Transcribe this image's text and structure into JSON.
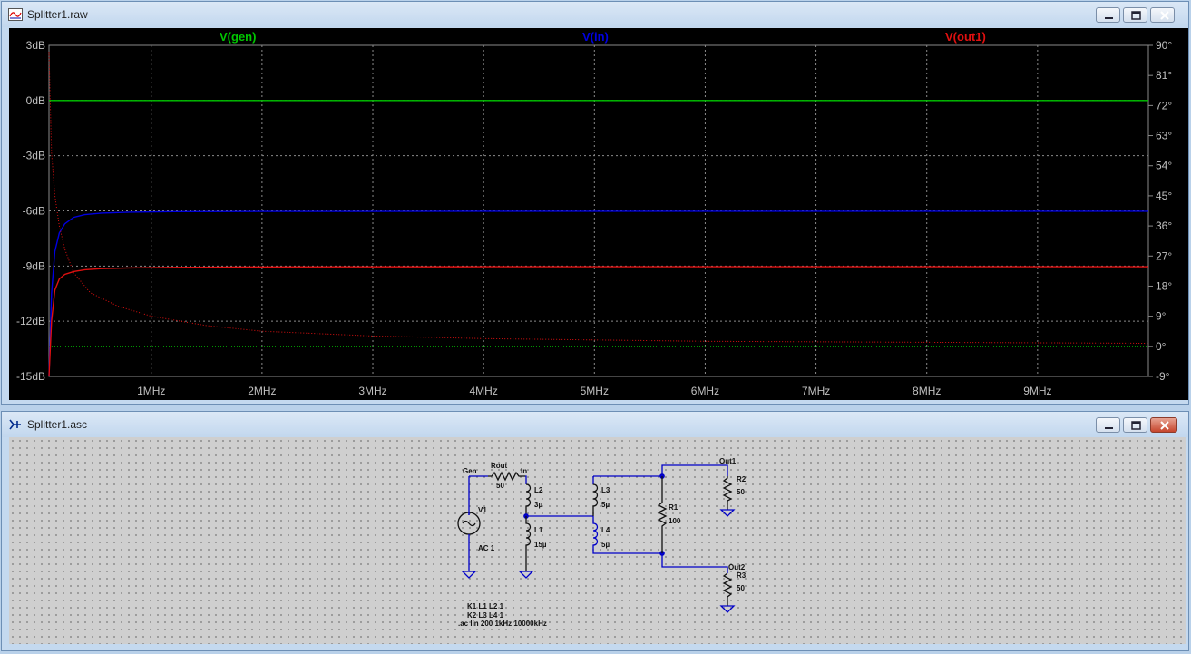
{
  "colors": {
    "gen": "#00c800",
    "in": "#0000e0",
    "out1": "#e01010",
    "wire": "#0000c8"
  },
  "plot_window": {
    "title": "Splitter1.raw",
    "icon": "waveform-icon",
    "minimize": "minimize-icon",
    "maximize": "maximize-icon",
    "close": "close-icon"
  },
  "schematic_window": {
    "title": "Splitter1.asc",
    "icon": "schematic-icon",
    "minimize": "minimize-icon",
    "maximize": "maximize-icon",
    "close": "close-icon"
  },
  "chart_data": {
    "type": "line",
    "traces": [
      "V(gen)",
      "V(in)",
      "V(out1)"
    ],
    "x_ticks": [
      "1MHz",
      "2MHz",
      "3MHz",
      "4MHz",
      "5MHz",
      "6MHz",
      "7MHz",
      "8MHz",
      "9MHz"
    ],
    "y_left_ticks": [
      "3dB",
      "0dB",
      "-3dB",
      "-6dB",
      "-9dB",
      "-12dB",
      "-15dB"
    ],
    "y_right_ticks": [
      "90°",
      "81°",
      "72°",
      "63°",
      "54°",
      "45°",
      "36°",
      "27°",
      "18°",
      "9°",
      "0°",
      "-9°"
    ],
    "xlim_mhz": [
      0.077,
      10.0
    ],
    "ylim_db": [
      -15,
      3
    ],
    "ylim_deg": [
      -9,
      90
    ],
    "grid": true,
    "series": [
      {
        "name": "V(gen)",
        "kind": "magnitude",
        "x_mhz": [
          0.077,
          10.0
        ],
        "y": [
          0,
          0
        ]
      },
      {
        "name": "V(gen)",
        "kind": "phase",
        "x_mhz": [
          0.077,
          10.0
        ],
        "y": [
          0,
          0
        ]
      },
      {
        "name": "V(in)",
        "kind": "magnitude",
        "x_mhz": [
          0.077,
          0.1,
          0.13,
          0.17,
          0.22,
          0.3,
          0.4,
          0.55,
          0.8,
          1.2,
          2,
          4,
          10
        ],
        "y": [
          -15,
          -10.5,
          -8.2,
          -7.2,
          -6.7,
          -6.35,
          -6.2,
          -6.12,
          -6.07,
          -6.04,
          -6.03,
          -6.02,
          -6.02
        ]
      },
      {
        "name": "V(out1)",
        "kind": "magnitude",
        "x_mhz": [
          0.077,
          0.1,
          0.13,
          0.17,
          0.22,
          0.3,
          0.4,
          0.55,
          0.8,
          1.2,
          2,
          4,
          10
        ],
        "y": [
          -15,
          -12,
          -10.3,
          -9.7,
          -9.45,
          -9.3,
          -9.2,
          -9.14,
          -9.1,
          -9.07,
          -9.05,
          -9.04,
          -9.04
        ]
      },
      {
        "name": "V(out1)",
        "kind": "phase",
        "x_mhz": [
          0.077,
          0.1,
          0.13,
          0.17,
          0.22,
          0.3,
          0.45,
          0.7,
          1.0,
          1.5,
          2.0,
          3.0,
          4.0,
          6.0,
          8.0,
          10.0
        ],
        "y": [
          88,
          58,
          45,
          36,
          29,
          22,
          16,
          12,
          9,
          6.2,
          4.5,
          3.1,
          2.3,
          1.5,
          1.2,
          0.9
        ]
      }
    ]
  },
  "schematic": {
    "labels": {
      "gen": "Gen",
      "in": "In",
      "rout": "Rout",
      "rout_val": "50",
      "v1": "V1",
      "v1_val": "AC 1",
      "l2": "L2",
      "l2_val": "3µ",
      "l1": "L1",
      "l1_val": "15µ",
      "l3": "L3",
      "l3_val": "5µ",
      "l4": "L4",
      "l4_val": "5µ",
      "r1": "R1",
      "r1_val": "100",
      "out1": "Out1",
      "r2": "R2",
      "r2_val": "50",
      "out2": "Out2",
      "r3": "R3",
      "r3_val": "50"
    },
    "directives": [
      "K1 L1 L2 1",
      "K2 L3 L4 1",
      ".ac lin 200 1kHz 10000kHz"
    ]
  }
}
